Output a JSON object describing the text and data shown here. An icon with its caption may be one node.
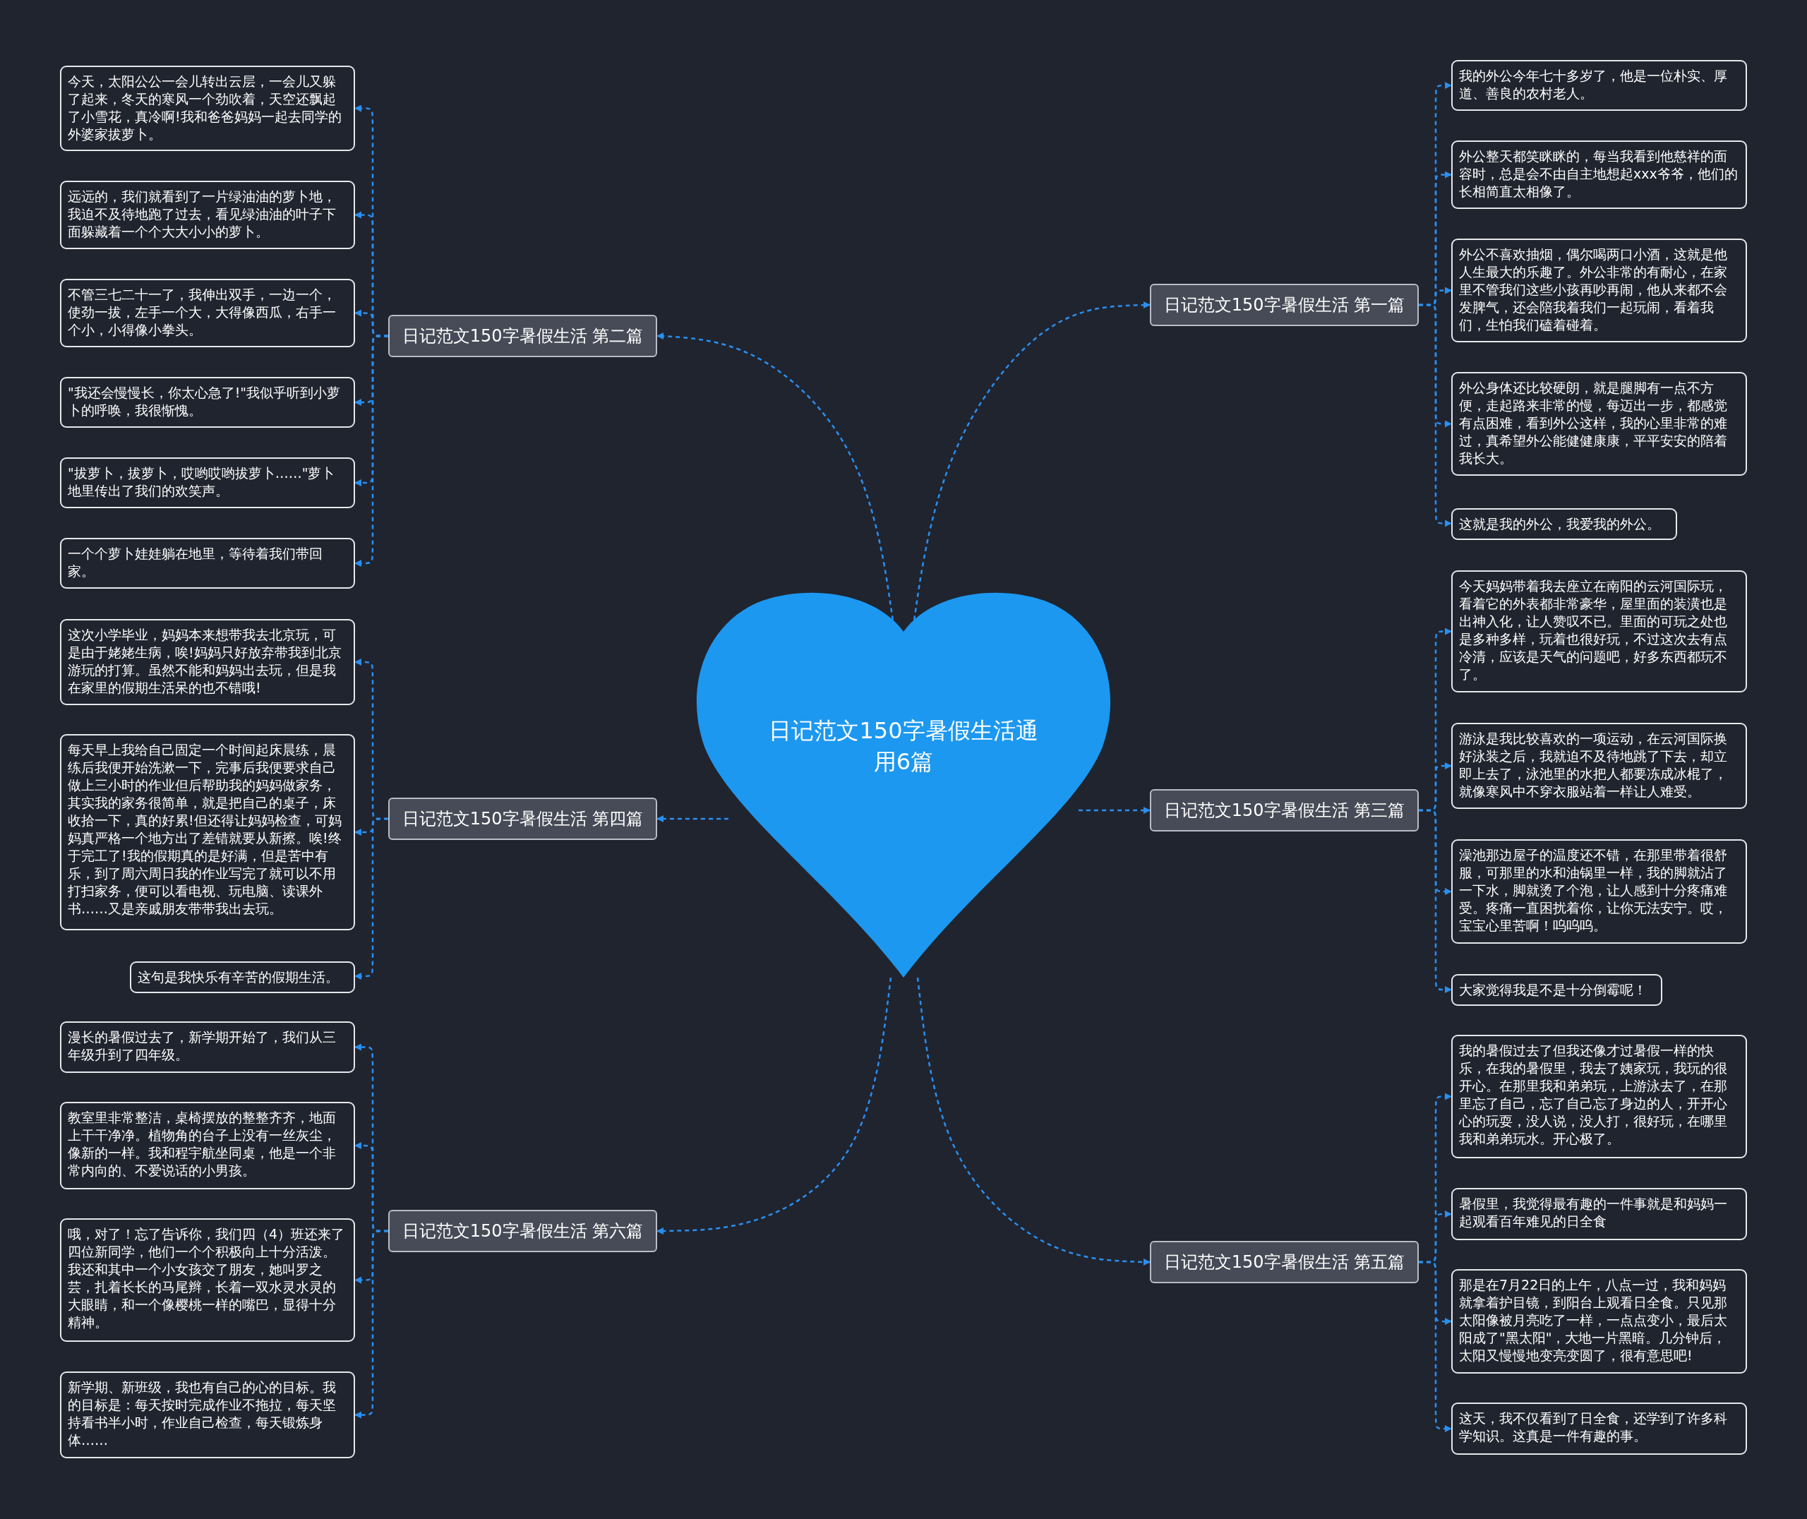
{
  "diagram": {
    "nodes": [
      {
        "text": [
          "日记范文150字暑假生活通用6篇"
        ]
      },
      {
        "text": [
          "日记范文150字暑假生活 第一篇"
        ]
      },
      {
        "text": [
          "我的外公今年七十多岁了，他是一位朴实、厚道、善良的农村老人。"
        ]
      },
      {
        "text": [
          "外公整天都笑眯眯的，每当我看到他慈祥的面容时，总是会不由自主地想起xxx爷爷，他们的长相简直太相像了。"
        ]
      },
      {
        "text": [
          "外公不喜欢抽烟，偶尔喝两口小酒，这就是他人生最大的乐趣了。外公非常的有耐心，在家里不管我们这些小孩再吵再闹，他从来都不会发脾气，还会陪我着我们一起玩闹，看着我们，生怕我们磕着碰着。"
        ]
      },
      {
        "text": [
          "外公身体还比较硬朗，就是腿脚有一点不方便，走起路来非常的慢，每迈出一步，都感觉有点困难，看到外公这样，我的心里非常的难过，真希望外公能健健康康，平平安安的陪着我长大。"
        ]
      },
      {
        "text": [
          "这就是我的外公，我爱我的外公。"
        ]
      },
      {
        "text": [
          "日记范文150字暑假生活 第二篇"
        ]
      },
      {
        "text": [
          "今天，太阳公公一会儿转出云层，一会儿又躲了起来，冬天的寒风一个劲吹着，天空还飘起了小雪花，真冷啊!我和爸爸妈妈一起去同学的外婆家拔萝卜。"
        ]
      },
      {
        "text": [
          "远远的，我们就看到了一片绿油油的萝卜地，我迫不及待地跑了过去，看见绿油油的叶子下面躲藏着一个个大大小小的萝卜。"
        ]
      },
      {
        "text": [
          "不管三七二十一了，我伸出双手，一边一个，使劲一拔，左手一个大，大得像西瓜，右手一个小，小得像小拳头。"
        ]
      },
      {
        "text": [
          "\"我还会慢慢长，你太心急了!\"我似乎听到小萝卜的呼唤，我很惭愧。"
        ]
      },
      {
        "text": [
          "\"拔萝卜，拔萝卜，哎哟哎哟拔萝卜……\"萝卜地里传出了我们的欢笑声。"
        ]
      },
      {
        "text": [
          "一个个萝卜娃娃躺在地里，等待着我们带回家。"
        ]
      },
      {
        "text": [
          "日记范文150字暑假生活 第三篇"
        ]
      },
      {
        "text": [
          "今天妈妈带着我去座立在南阳的云河国际玩，看着它的外表都非常豪华，屋里面的装潢也是出神入化，让人赞叹不已。里面的可玩之处也是多种多样，玩着也很好玩，不过这次去有点冷清，应该是天气的问题吧，好多东西都玩不了。"
        ]
      },
      {
        "text": [
          "游泳是我比较喜欢的一项运动，在云河国际换好泳装之后，我就迫不及待地跳了下去，却立即上去了，泳池里的水把人都要冻成冰棍了，就像寒风中不穿衣服站着一样让人难受。"
        ]
      },
      {
        "text": [
          "澡池那边屋子的温度还不错，在那里带着很舒服，可那里的水和油锅里一样，我的脚就沾了一下水，脚就烫了个泡，让人感到十分疼痛难受。疼痛一直困扰着你，让你无法安宁。哎，宝宝心里苦啊！呜呜呜。"
        ]
      },
      {
        "text": [
          "大家觉得我是不是十分倒霉呢！"
        ]
      },
      {
        "text": [
          "日记范文150字暑假生活 第四篇"
        ]
      },
      {
        "text": [
          "这次小学毕业，妈妈本来想带我去北京玩，可是由于姥姥生病，唉!妈妈只好放弃带我到北京游玩的打算。虽然不能和妈妈出去玩，但是我在家里的假期生活呆的也不错哦!"
        ]
      },
      {
        "text": [
          "每天早上我给自己固定一个时间起床晨练，晨练后我便开始洗漱一下，完事后我便要求自己做上三小时的作业但后帮助我的妈妈做家务，其实我的家务很简单，就是把自己的桌子，床收拾一下，真的好累!但还得让妈妈检查，可妈妈真严格一个地方出了差错就要从新擦。唉!终于完工了!我的假期真的是好满，但是苦中有乐，到了周六周日我的作业写完了就可以不用打扫家务，便可以看电视、玩电脑、读课外书……又是亲戚朋友带带我出去玩。"
        ]
      },
      {
        "text": [
          "这句是我快乐有辛苦的假期生活。"
        ]
      },
      {
        "text": [
          "日记范文150字暑假生活 第五篇"
        ]
      },
      {
        "text": [
          "我的暑假过去了但我还像才过暑假一样的快乐，在我的暑假里，我去了姨家玩，我玩的很开心。在那里我和弟弟玩，上游泳去了，在那里忘了自己，忘了自己忘了身边的人，开开心心的玩耍，没人说，没人打，很好玩，在哪里我和弟弟玩水。开心极了。"
        ]
      },
      {
        "text": [
          "暑假里，我觉得最有趣的一件事就是和妈妈一起观看百年难见的日全食"
        ]
      },
      {
        "text": [
          "那是在7月22日的上午，八点一过，我和妈妈就拿着护目镜，到阳台上观看日全食。只见那太阳像被月亮吃了一样，一点点变小，最后太阳成了\"黑太阳\"，大地一片黑暗。几分钟后，太阳又慢慢地变亮变圆了，很有意思吧!"
        ]
      },
      {
        "text": [
          "这天，我不仅看到了日全食，还学到了许多科学知识。这真是一件有趣的事。"
        ]
      },
      {
        "text": [
          "日记范文150字暑假生活 第六篇"
        ]
      },
      {
        "text": [
          "漫长的暑假过去了，新学期开始了，我们从三年级升到了四年级。"
        ]
      },
      {
        "text": [
          "教室里非常整洁，桌椅摆放的整整齐齐，地面上干干净净。植物角的台子上没有一丝灰尘，像新的一样。我和程宇航坐同桌，他是一个非常内向的、不爱说话的小男孩。"
        ]
      },
      {
        "text": [
          "哦，对了！忘了告诉你，我们四（4）班还来了四位新同学，他们一个个积极向上十分活泼。我还和其中一个小女孩交了朋友，她叫罗之芸，扎着长长的马尾辫，长着一双水灵水灵的大眼睛，和一个像樱桃一样的嘴巴，显得十分精神。"
        ]
      },
      {
        "text": [
          "新学期、新班级，我也有自己的心的目标。我的目标是：每天按时完成作业不拖拉，每天坚持看书半小时，作业自己检查，每天锻炼身体……"
        ]
      }
    ],
    "edges": [
      {
        "from": 0,
        "to": 1,
        "arrow": "to"
      },
      {
        "from": 1,
        "to": 2,
        "arrow": "to"
      },
      {
        "from": 1,
        "to": 3,
        "arrow": "to"
      },
      {
        "from": 1,
        "to": 4,
        "arrow": "to"
      },
      {
        "from": 1,
        "to": 5,
        "arrow": "to"
      },
      {
        "from": 1,
        "to": 6,
        "arrow": "to"
      },
      {
        "from": 0,
        "to": 7,
        "arrow": "to"
      },
      {
        "from": 7,
        "to": 8,
        "arrow": "to"
      },
      {
        "from": 7,
        "to": 9,
        "arrow": "to"
      },
      {
        "from": 7,
        "to": 10,
        "arrow": "to"
      },
      {
        "from": 7,
        "to": 11,
        "arrow": "to"
      },
      {
        "from": 7,
        "to": 12,
        "arrow": "to"
      },
      {
        "from": 7,
        "to": 13,
        "arrow": "to"
      },
      {
        "from": 0,
        "to": 14,
        "arrow": "to"
      },
      {
        "from": 14,
        "to": 15,
        "arrow": "to"
      },
      {
        "from": 14,
        "to": 16,
        "arrow": "to"
      },
      {
        "from": 14,
        "to": 17,
        "arrow": "to"
      },
      {
        "from": 14,
        "to": 18,
        "arrow": "to"
      },
      {
        "from": 0,
        "to": 19,
        "arrow": "to"
      },
      {
        "from": 19,
        "to": 20,
        "arrow": "to"
      },
      {
        "from": 19,
        "to": 21,
        "arrow": "to"
      },
      {
        "from": 19,
        "to": 22,
        "arrow": "to"
      },
      {
        "from": 0,
        "to": 23,
        "arrow": "to"
      },
      {
        "from": 23,
        "to": 24,
        "arrow": "to"
      },
      {
        "from": 23,
        "to": 25,
        "arrow": "to"
      },
      {
        "from": 23,
        "to": 26,
        "arrow": "to"
      },
      {
        "from": 23,
        "to": 27,
        "arrow": "to"
      },
      {
        "from": 0,
        "to": 28,
        "arrow": "to"
      },
      {
        "from": 28,
        "to": 29,
        "arrow": "to"
      },
      {
        "from": 28,
        "to": 30,
        "arrow": "to"
      },
      {
        "from": 28,
        "to": 31,
        "arrow": "to"
      },
      {
        "from": 28,
        "to": 32,
        "arrow": "to"
      }
    ]
  }
}
